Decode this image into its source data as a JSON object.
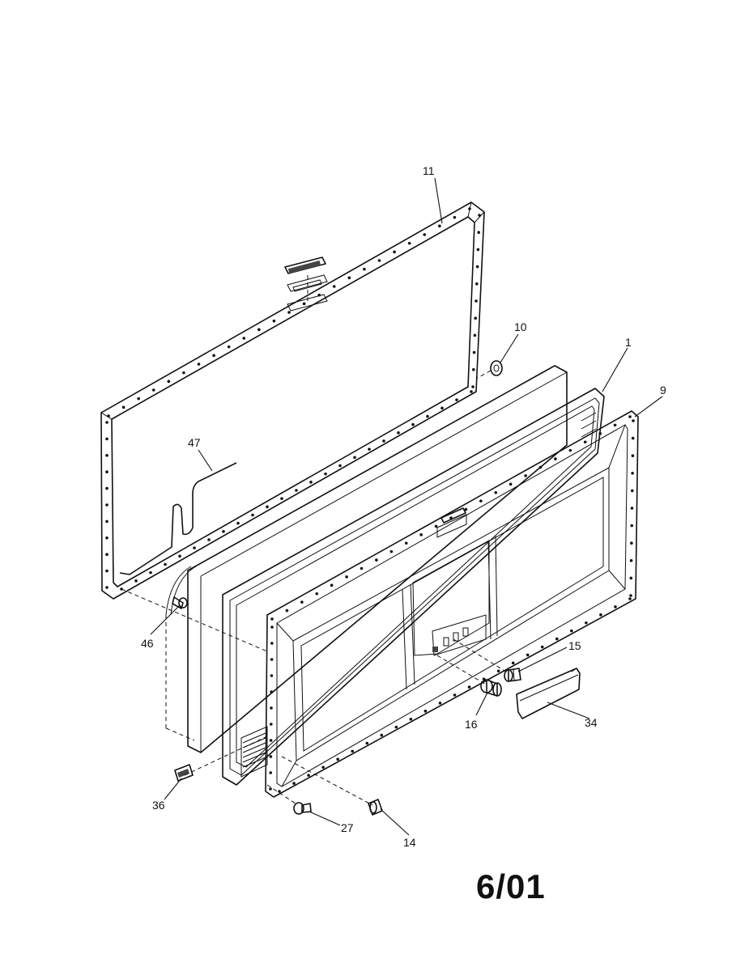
{
  "callouts": {
    "c11": "11",
    "c10": "10",
    "c1": "1",
    "c9": "9",
    "c47": "47",
    "c46": "46",
    "c15": "15",
    "c16": "16",
    "c34": "34",
    "c36": "36",
    "c27": "27",
    "c14": "14"
  },
  "date_code": "6/01"
}
